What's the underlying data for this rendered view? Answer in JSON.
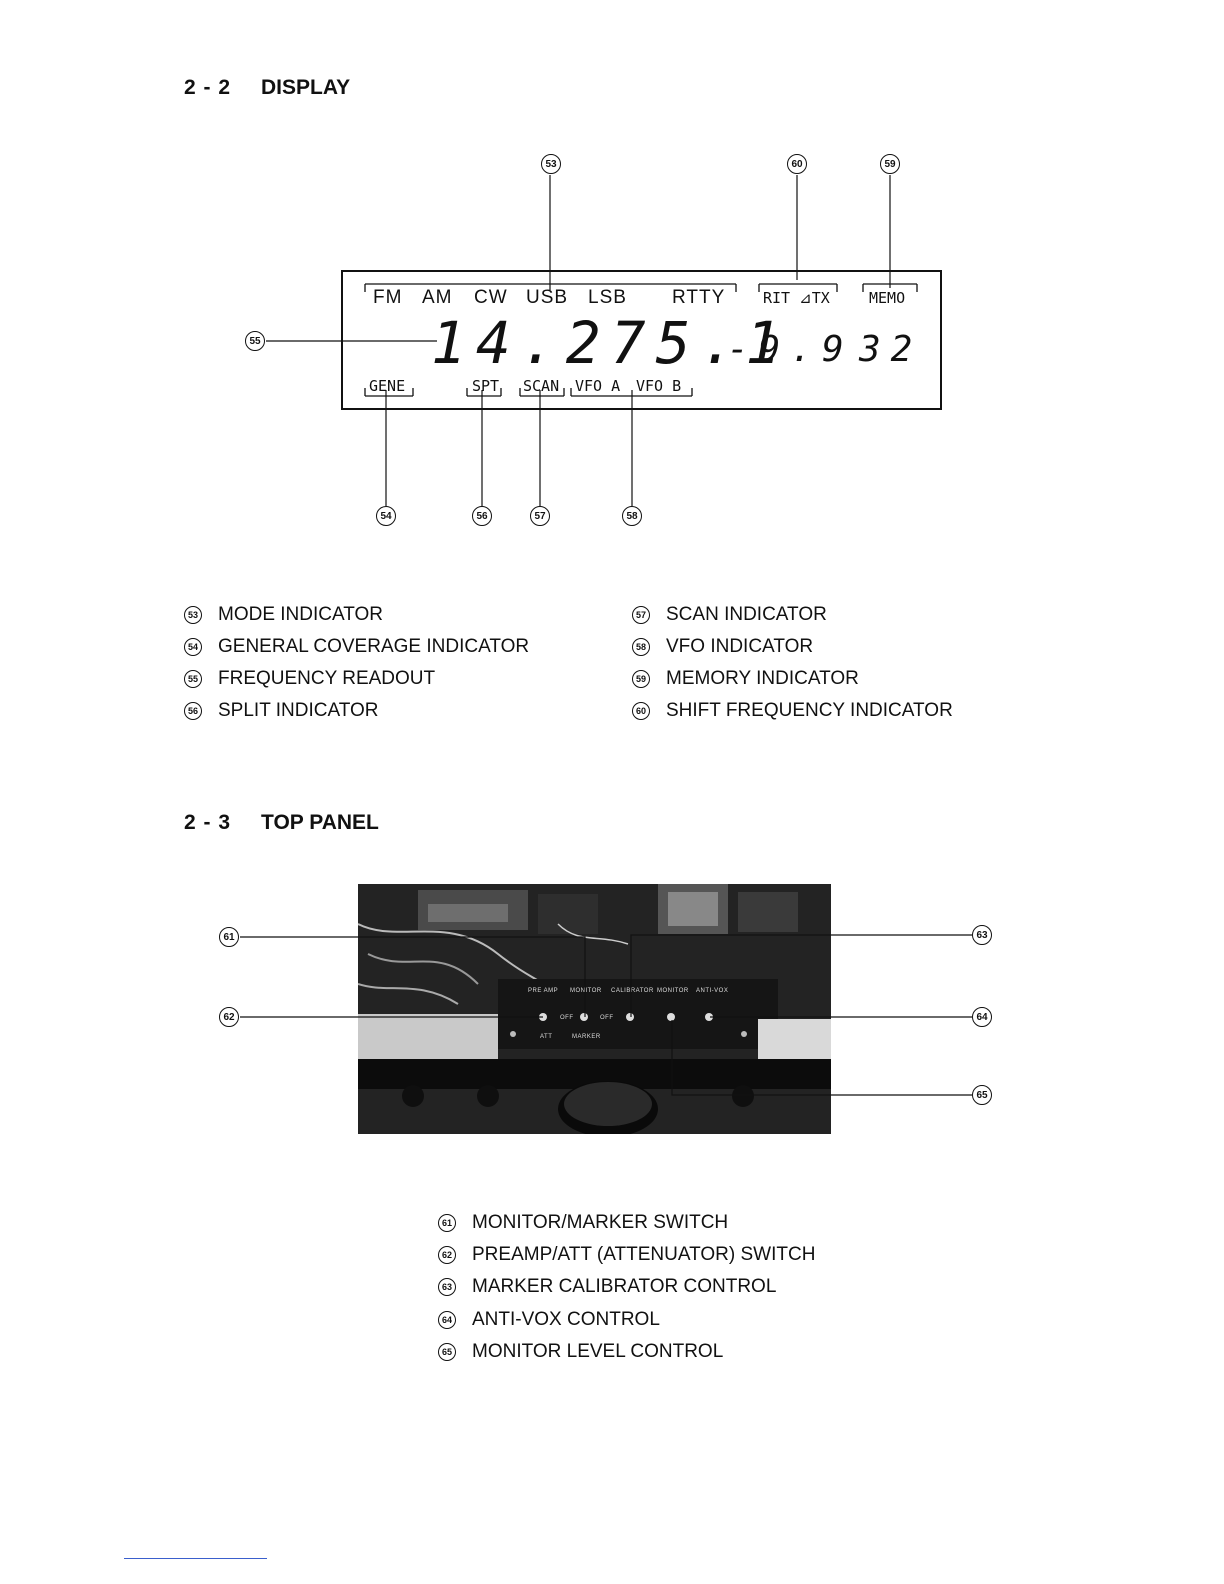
{
  "display_section": {
    "number": "2 - 2",
    "title": "DISPLAY",
    "lcd": {
      "modes": [
        "FM",
        "AM",
        "CW",
        "USB",
        "LSB",
        "RTTY"
      ],
      "rit": "RIT ⊿TX",
      "memo": "MEMO",
      "frequency": "14.275.1",
      "shift": "-9.9",
      "memory_channel": "32",
      "gene": "GENE",
      "spt": "SPT",
      "scan": "SCAN",
      "vfo_a": "VFO A",
      "vfo_b": "VFO B"
    },
    "callouts": {
      "c53": "53",
      "c54": "54",
      "c55": "55",
      "c56": "56",
      "c57": "57",
      "c58": "58",
      "c59": "59",
      "c60": "60"
    },
    "legend_left": [
      {
        "num": "53",
        "label": "MODE INDICATOR"
      },
      {
        "num": "54",
        "label": "GENERAL COVERAGE INDICATOR"
      },
      {
        "num": "55",
        "label": "FREQUENCY READOUT"
      },
      {
        "num": "56",
        "label": "SPLIT INDICATOR"
      }
    ],
    "legend_right": [
      {
        "num": "57",
        "label": "SCAN INDICATOR"
      },
      {
        "num": "58",
        "label": "VFO INDICATOR"
      },
      {
        "num": "59",
        "label": "MEMORY INDICATOR"
      },
      {
        "num": "60",
        "label": "SHIFT FREQUENCY INDICATOR"
      }
    ]
  },
  "top_panel_section": {
    "number": "2 - 3",
    "title": "TOP PANEL",
    "photo_labels": {
      "pre_amp": "PRE AMP",
      "monitor": "MONITOR",
      "calibrator": "CALIBRATOR",
      "monitor2": "MONITOR",
      "anti_vox": "ANTI-VOX",
      "off1": "OFF",
      "off2": "OFF",
      "att": "ATT",
      "marker": "MARKER"
    },
    "callouts": {
      "c61": "61",
      "c62": "62",
      "c63": "63",
      "c64": "64",
      "c65": "65"
    },
    "legend": [
      {
        "num": "61",
        "label": "MONITOR/MARKER SWITCH"
      },
      {
        "num": "62",
        "label": "PREAMP/ATT (ATTENUATOR) SWITCH"
      },
      {
        "num": "63",
        "label": "MARKER CALIBRATOR CONTROL"
      },
      {
        "num": "64",
        "label": "ANTI-VOX CONTROL"
      },
      {
        "num": "65",
        "label": "MONITOR LEVEL CONTROL"
      }
    ]
  }
}
